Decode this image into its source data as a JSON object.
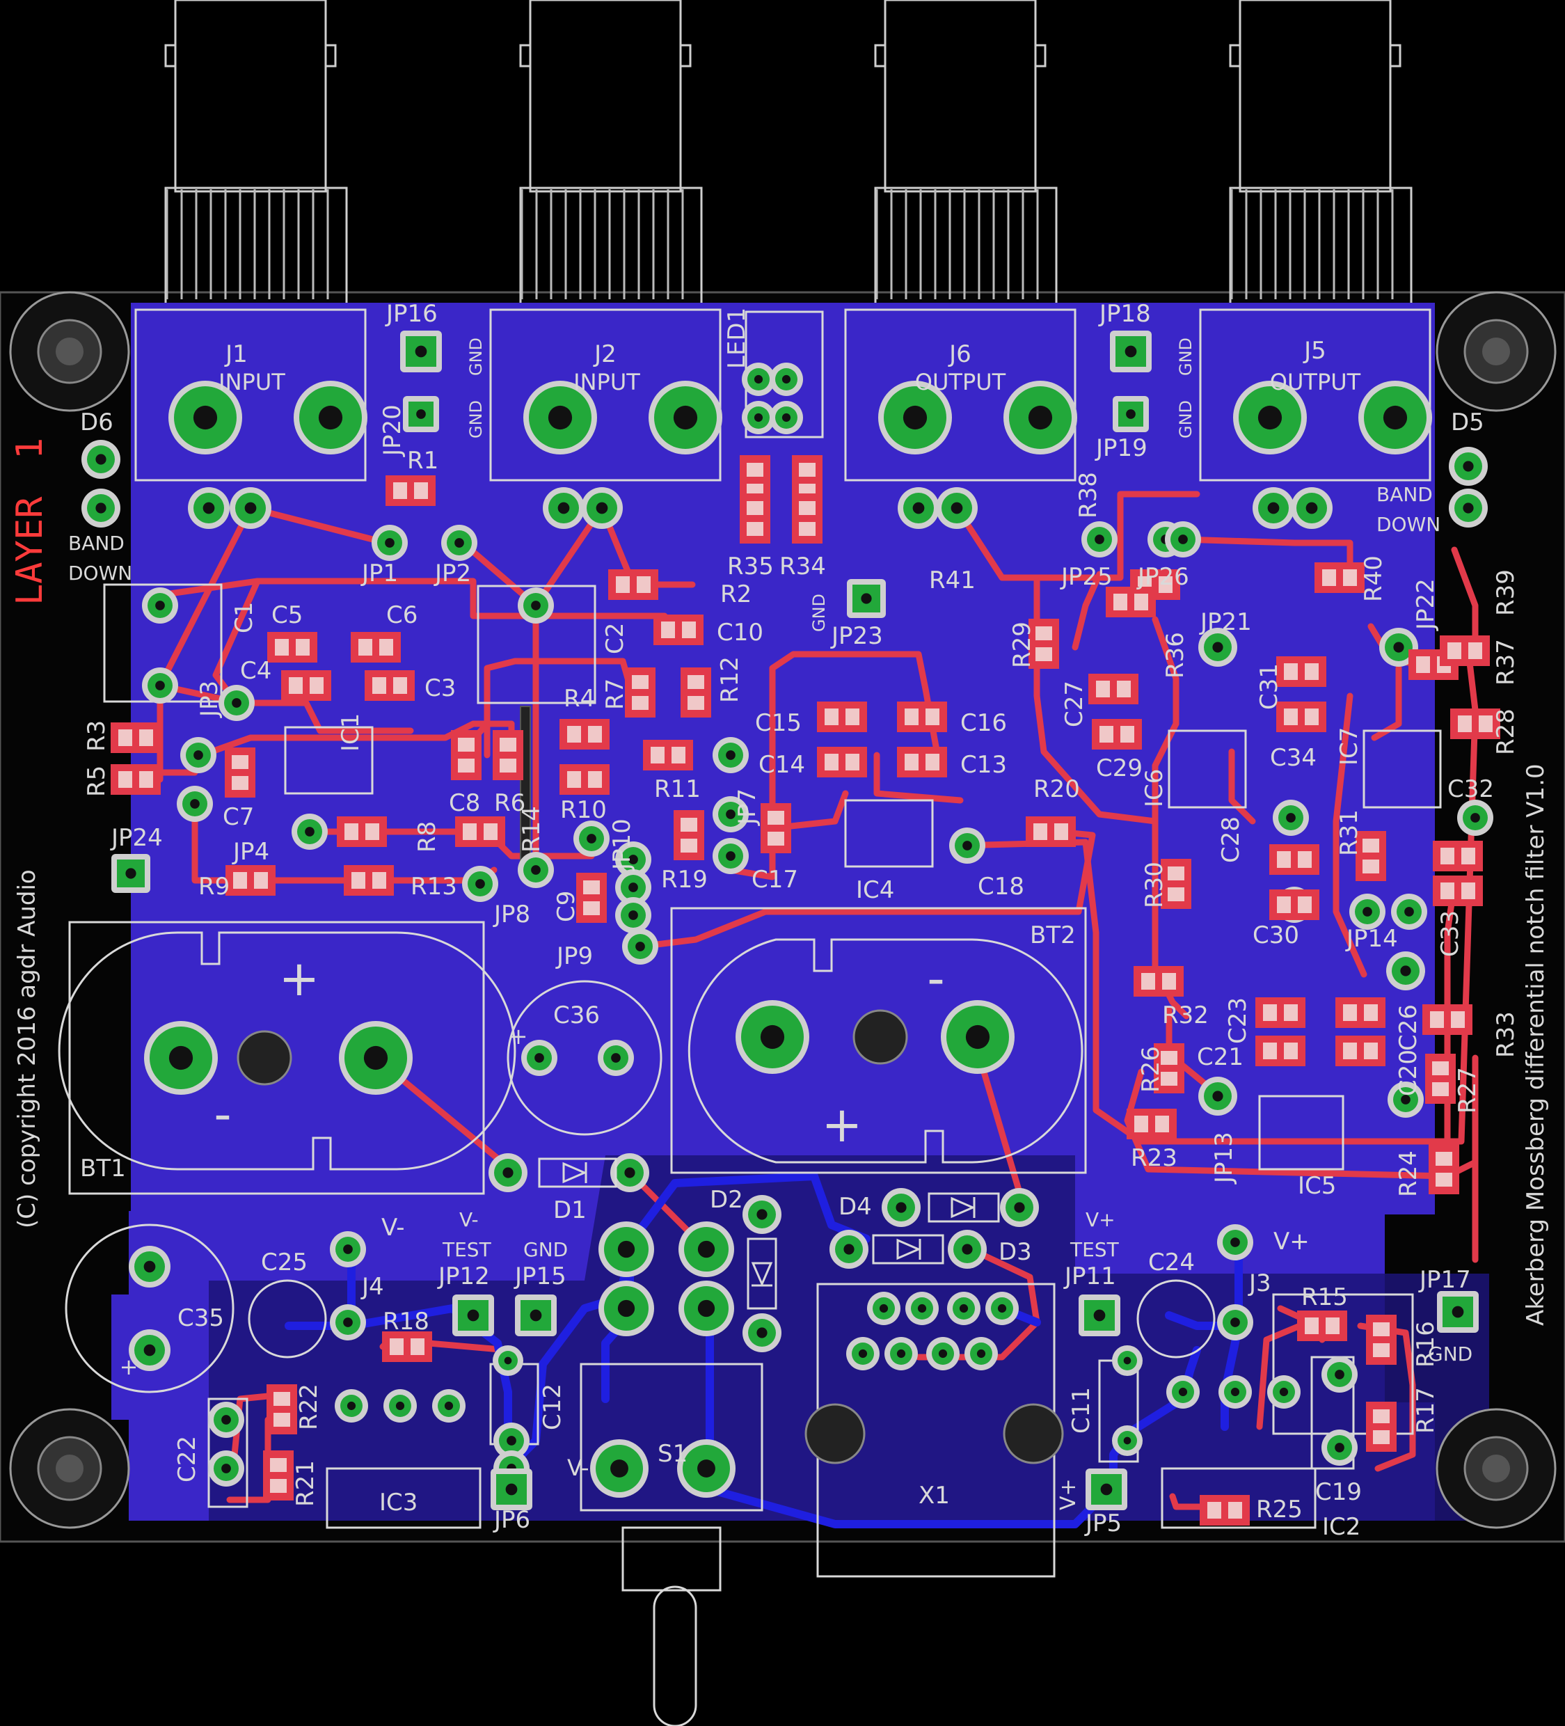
{
  "layer_label": "LAYER",
  "layer_number": "1",
  "copyright": "(C) copyright 2016 agdr Audio",
  "board_title": "Akerberg Mossberg differential notch filter V1.0",
  "connectors": [
    {
      "ref": "J1",
      "label": "INPUT"
    },
    {
      "ref": "J2",
      "label": "INPUT"
    },
    {
      "ref": "J6",
      "label": "OUTPUT"
    },
    {
      "ref": "J5",
      "label": "OUTPUT"
    }
  ],
  "band_down": [
    "BAND",
    "DOWN"
  ],
  "gnd": "GND",
  "test": "TEST",
  "v_minus": "V-",
  "v_plus": "V+",
  "plus_sign": "+",
  "minus_sign": "-",
  "refs": {
    "D6": "D6",
    "D5": "D5",
    "D1": "D1",
    "D2": "D2",
    "D3": "D3",
    "D4": "D4",
    "JP1": "JP1",
    "JP2": "JP2",
    "JP3": "JP3",
    "JP4": "JP4",
    "JP5": "JP5",
    "JP6": "JP6",
    "JP7": "JP7",
    "JP8": "JP8",
    "JP9": "JP9",
    "JP10": "JP10",
    "JP11": "JP11",
    "JP12": "JP12",
    "JP13": "JP13",
    "JP14": "JP14",
    "JP15": "JP15",
    "JP16": "JP16",
    "JP17": "JP17",
    "JP18": "JP18",
    "JP19": "JP19",
    "JP20": "JP20",
    "JP21": "JP21",
    "JP22": "JP22",
    "JP23": "JP23",
    "JP24": "JP24",
    "JP25": "JP25",
    "JP26": "JP26",
    "R1": "R1",
    "R2": "R2",
    "R3": "R3",
    "R4": "R4",
    "R5": "R5",
    "R6": "R6",
    "R7": "R7",
    "R8": "R8",
    "R9": "R9",
    "R10": "R10",
    "R11": "R11",
    "R12": "R12",
    "R13": "R13",
    "R14": "R14",
    "R15": "R15",
    "R16": "R16",
    "R17": "R17",
    "R18": "R18",
    "R19": "R19",
    "R20": "R20",
    "R21": "R21",
    "R22": "R22",
    "R23": "R23",
    "R24": "R24",
    "R25": "R25",
    "R26": "R26",
    "R27": "R27",
    "R28": "R28",
    "R29": "R29",
    "R30": "R30",
    "R31": "R31",
    "R32": "R32",
    "R33": "R33",
    "R34": "R34",
    "R35": "R35",
    "R36": "R36",
    "R37": "R37",
    "R38": "R38",
    "R39": "R39",
    "R40": "R40",
    "R41": "R41",
    "C1": "C1",
    "C2": "C2",
    "C3": "C3",
    "C4": "C4",
    "C5": "C5",
    "C6": "C6",
    "C7": "C7",
    "C8": "C8",
    "C9": "C9",
    "C10": "C10",
    "C11": "C11",
    "C12": "C12",
    "C13": "C13",
    "C14": "C14",
    "C15": "C15",
    "C16": "C16",
    "C17": "C17",
    "C18": "C18",
    "C19": "C19",
    "C20": "C20",
    "C21": "C21",
    "C22": "C22",
    "C23": "C23",
    "C24": "C24",
    "C25": "C25",
    "C26": "C26",
    "C27": "C27",
    "C28": "C28",
    "C29": "C29",
    "C30": "C30",
    "C31": "C31",
    "C32": "C32",
    "C33": "C33",
    "C34": "C34",
    "C35": "C35",
    "C36": "C36",
    "IC1": "IC1",
    "IC2": "IC2",
    "IC3": "IC3",
    "IC4": "IC4",
    "IC5": "IC5",
    "IC6": "IC6",
    "IC7": "IC7",
    "J3": "J3",
    "J4": "J4",
    "BT1": "BT1",
    "BT2": "BT2",
    "S1": "S1",
    "X1": "X1",
    "LED1": "LED1"
  },
  "colors": {
    "board": "#0a0a0a",
    "copper_bottom_fill": "#3a26c8",
    "copper_top_fill": "#1c1478",
    "trace_top": "#e23a4a",
    "trace_bottom": "#1f1fe0",
    "pad": "#22a83a",
    "silk": "#d9d9d9",
    "smd_pad": "#f0c8c8",
    "mounting": "#333333"
  }
}
